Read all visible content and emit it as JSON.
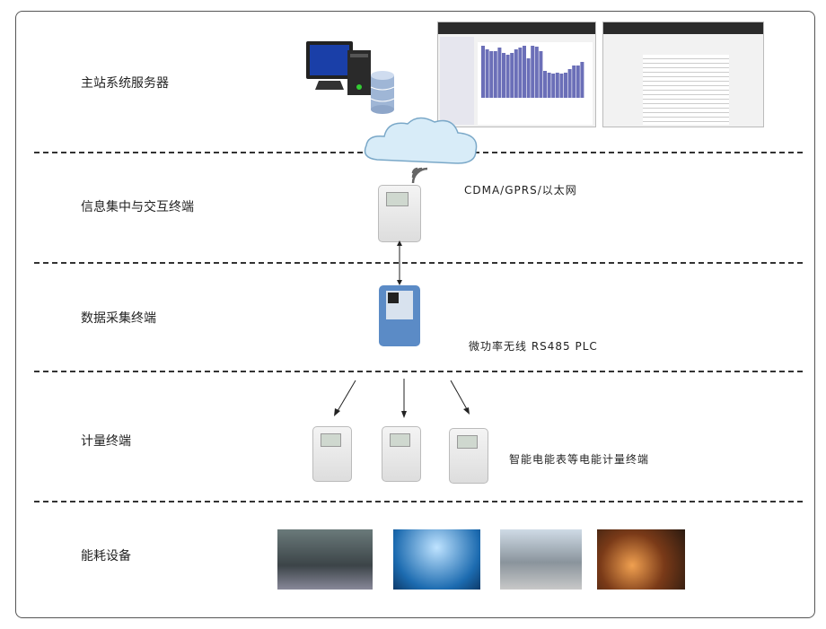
{
  "layers": [
    {
      "label": "主站系统服务器"
    },
    {
      "label": "信息集中与交互终端"
    },
    {
      "label": "数据采集终端"
    },
    {
      "label": "计量终端"
    },
    {
      "label": "能耗设备"
    }
  ],
  "annotations": {
    "network": "CDMA/GPRS/以太网",
    "collection": "微功率无线   RS485   PLC",
    "meters": "智能电能表等电能计量终端"
  },
  "icons": [
    "computer-icon",
    "database-icon",
    "cloud-icon",
    "wifi-signal-icon",
    "concentrator-icon",
    "collector-icon",
    "electric-meter-icon"
  ],
  "colors": {
    "bar_chart": "#6b6fb8",
    "collector": "#5b8bc6",
    "cloud": "#d8ecf8"
  }
}
